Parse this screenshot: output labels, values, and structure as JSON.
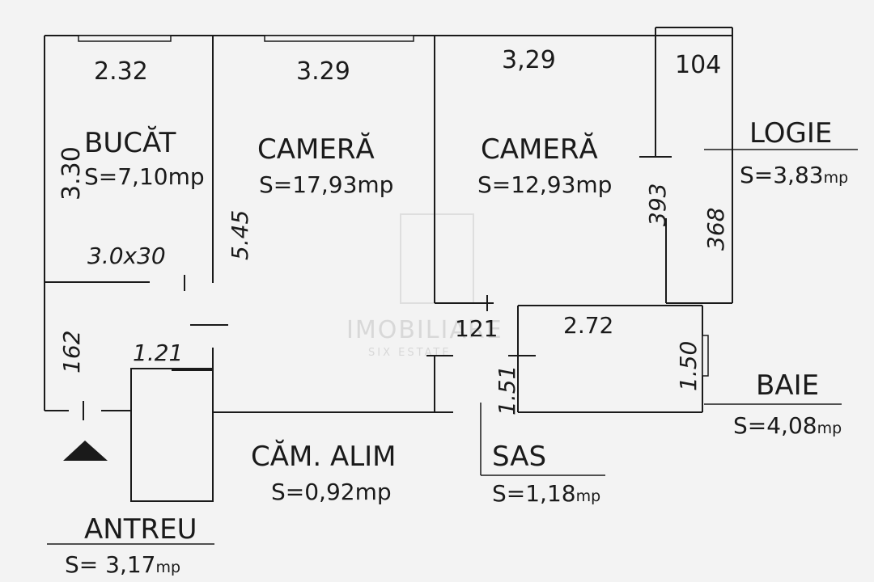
{
  "rooms": {
    "bucatarie": {
      "name": "BUCĂT",
      "area": "S=7,10mp"
    },
    "camera1": {
      "name": "CAMERĂ",
      "area": "S=17,93mp"
    },
    "camera2": {
      "name": "CAMERĂ",
      "area": "S=12,93mp"
    },
    "logie": {
      "name": "LOGIE",
      "area": "S=3,83",
      "unit": "mp"
    },
    "baie": {
      "name": "BAIE",
      "area": "S=4,08",
      "unit": "mp"
    },
    "sas": {
      "name": "SAS",
      "area": "S=1,18",
      "unit": "mp"
    },
    "camara": {
      "name": "CĂM. ALIM",
      "area": "S=0,92mp"
    },
    "antreu": {
      "name": "ANTREU",
      "area": "S= 3,17",
      "unit": "mp"
    }
  },
  "dimensions": {
    "bucatarie_width": "2.32",
    "bucatarie_depth": "3.30",
    "tile_note": "3.0x30",
    "camera1_width": "3.29",
    "camera1_depth": "5.45",
    "camera2_width": "3,29",
    "logie_width": "104",
    "camera2_depth": "393",
    "logie_depth": "368",
    "sas_width": "121",
    "baie_width": "2.72",
    "sas_depth": "1.51",
    "baie_depth": "1.50",
    "antreu_depth": "162",
    "antreu_width": "1.21"
  },
  "watermark": {
    "line1": "IMOBILIARE",
    "line2": "SIX ESTATE"
  }
}
